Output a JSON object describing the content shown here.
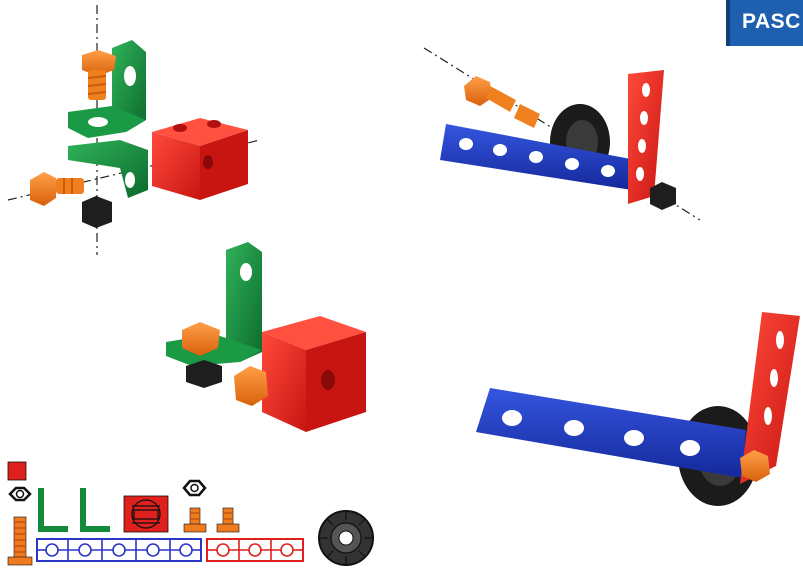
{
  "brand": {
    "logo_text": "PASC",
    "logo_color": "#1f5fb0"
  },
  "colors": {
    "red": "#e0201c",
    "green": "#138a3a",
    "blue": "#1f3fbf",
    "orange": "#f07a1e",
    "black": "#1a1a1a"
  },
  "parts_legend": [
    {
      "name": "red-cube",
      "color": "#e0201c"
    },
    {
      "name": "hex-nut",
      "color": "#1a1a1a"
    },
    {
      "name": "long-bolt",
      "color": "#f07a1e"
    },
    {
      "name": "angle-bracket",
      "color": "#138a3a",
      "count": 2
    },
    {
      "name": "connector-block",
      "color": "#e0201c"
    },
    {
      "name": "short-bolt",
      "color": "#f07a1e",
      "count": 2
    },
    {
      "name": "blue-beam-5-hole",
      "color": "#1f3fbf"
    },
    {
      "name": "red-beam-3-hole",
      "color": "#e0201c"
    },
    {
      "name": "wheel",
      "color": "#1a1a1a"
    }
  ]
}
